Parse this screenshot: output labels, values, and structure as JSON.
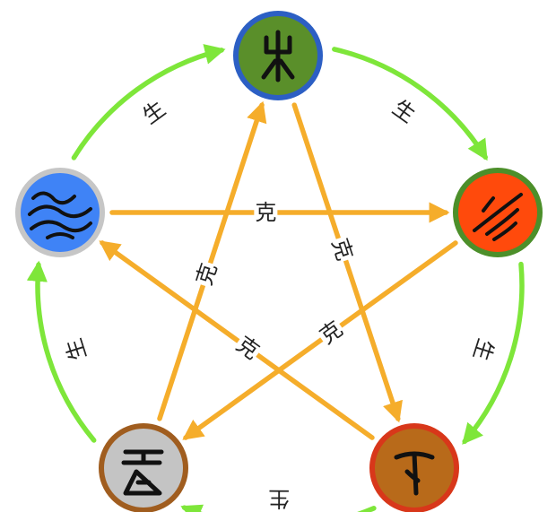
{
  "diagram": {
    "generating_cycle": {
      "label": "生",
      "color": "#7ee63a",
      "order": [
        "wood",
        "fire",
        "earth",
        "metal",
        "water"
      ]
    },
    "overcoming_cycle": {
      "label": "克",
      "color": "#f5ad2b",
      "order": [
        "wood",
        "earth",
        "water",
        "fire",
        "metal"
      ]
    },
    "nodes": [
      {
        "id": "wood",
        "glyph": "wood-seal-glyph",
        "fill": "#5a8f2a",
        "ring": "#2c5fc4"
      },
      {
        "id": "fire",
        "glyph": "fire-seal-glyph",
        "fill": "#ff4a0c",
        "ring": "#4c8f2a"
      },
      {
        "id": "earth",
        "glyph": "earth-seal-glyph",
        "fill": "#b86a1a",
        "ring": "#d8371a"
      },
      {
        "id": "metal",
        "glyph": "metal-seal-glyph",
        "fill": "#c4c4c4",
        "ring": "#a05d1f"
      },
      {
        "id": "water",
        "glyph": "water-seal-glyph",
        "fill": "#3f83f6",
        "ring": "#c6c6c6"
      }
    ]
  }
}
